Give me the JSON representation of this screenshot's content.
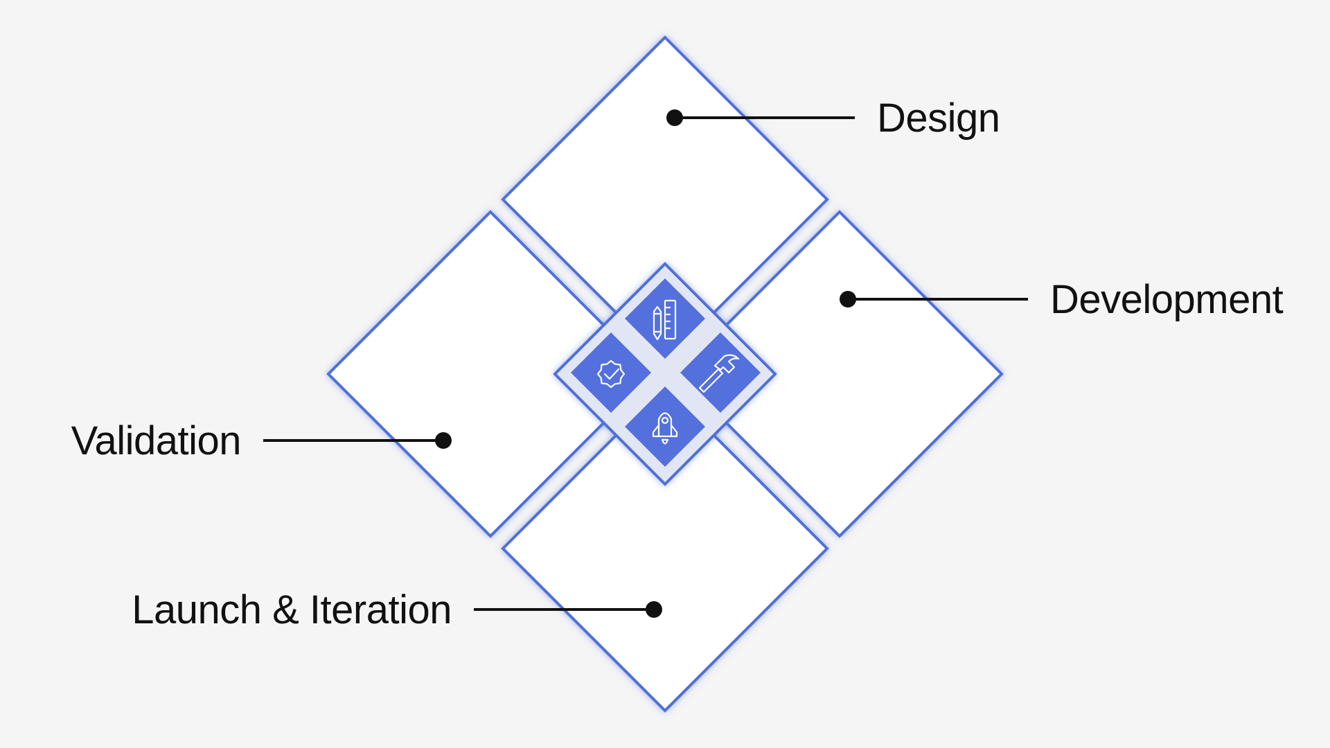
{
  "stages": [
    {
      "key": "design",
      "label": "Design",
      "icon": "pencil-ruler-icon"
    },
    {
      "key": "development",
      "label": "Development",
      "icon": "hammer-icon"
    },
    {
      "key": "validation",
      "label": "Validation",
      "icon": "badge-check-icon"
    },
    {
      "key": "launch",
      "label": "Launch & Iteration",
      "icon": "rocket-icon"
    }
  ],
  "colors": {
    "accent": "#5470dc",
    "outline": "#4f6fd8",
    "background": "#f5f5f5",
    "tile_fill": "#ffffff",
    "text": "#111111"
  }
}
